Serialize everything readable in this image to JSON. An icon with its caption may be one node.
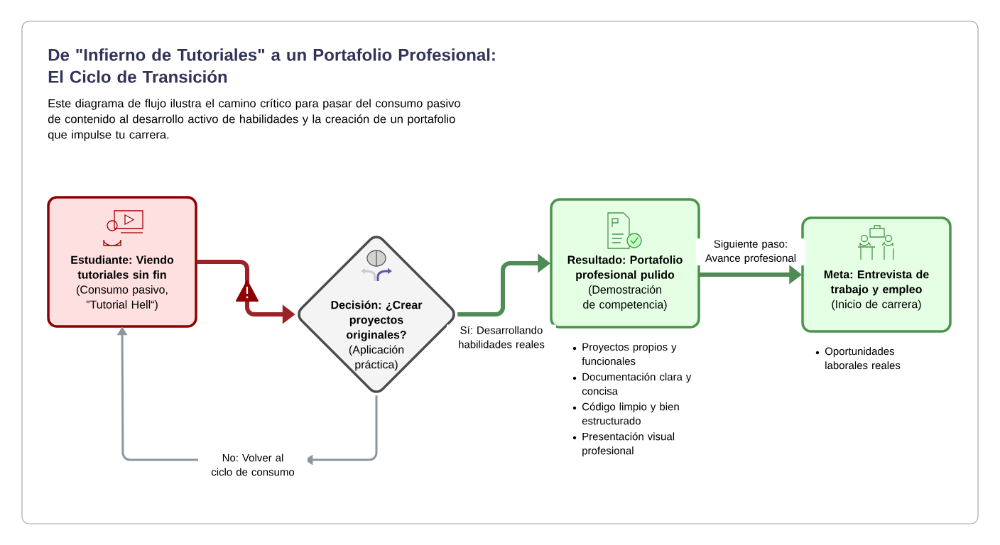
{
  "diagram": {
    "title": "De \"Infierno de Tutoriales\" a un Portafolio Profesional: El Ciclo de Transición",
    "caption": "Este diagrama de flujo ilustra el camino crítico para pasar del consumo pasivo de contenido al desarrollo activo de habilidades y la creación de un portafolio que impulse tu carrera.",
    "nodes": [
      {
        "text": [
          "Estudiante: Viendo tutoriales sin fin",
          "(Consumo pasivo, ”Tutorial Hell“)"
        ]
      },
      {
        "text": [
          "Decisión: ¿Crear proyectos originales?",
          "(Aplicación práctica)"
        ]
      },
      {
        "text": [
          "Resultado: Portafolio profesional pulido",
          "(Demostración de competencia)"
        ],
        "beside": [
          "Proyectos propios y funcionales",
          "Documentación clara y concisa",
          "Código limpio y bien estructurado",
          "Presentación visual profesional"
        ]
      },
      {
        "text": [
          "Meta: Entrevista de trabajo y empleo",
          "(Inicio de carrera)"
        ],
        "beside": [
          "Oportunidades laborales reales"
        ]
      }
    ],
    "edges": [
      {
        "from": 0,
        "to": 1,
        "arrow": "to",
        "color": "#9b2226"
      },
      {
        "from": 1,
        "to": 2,
        "arrow": "to",
        "label": "Sí: Desarrollando habilidades reales",
        "color": "#4e8b55"
      },
      {
        "from": 2,
        "to": 3,
        "arrow": "to",
        "label": "Siguiente paso: Avance profesional",
        "color": "#4e8b55"
      },
      {
        "from": 1,
        "to": 0,
        "arrow": "to",
        "label": "No: Volver al ciclo de consumo",
        "color": "#8c979f"
      }
    ]
  }
}
